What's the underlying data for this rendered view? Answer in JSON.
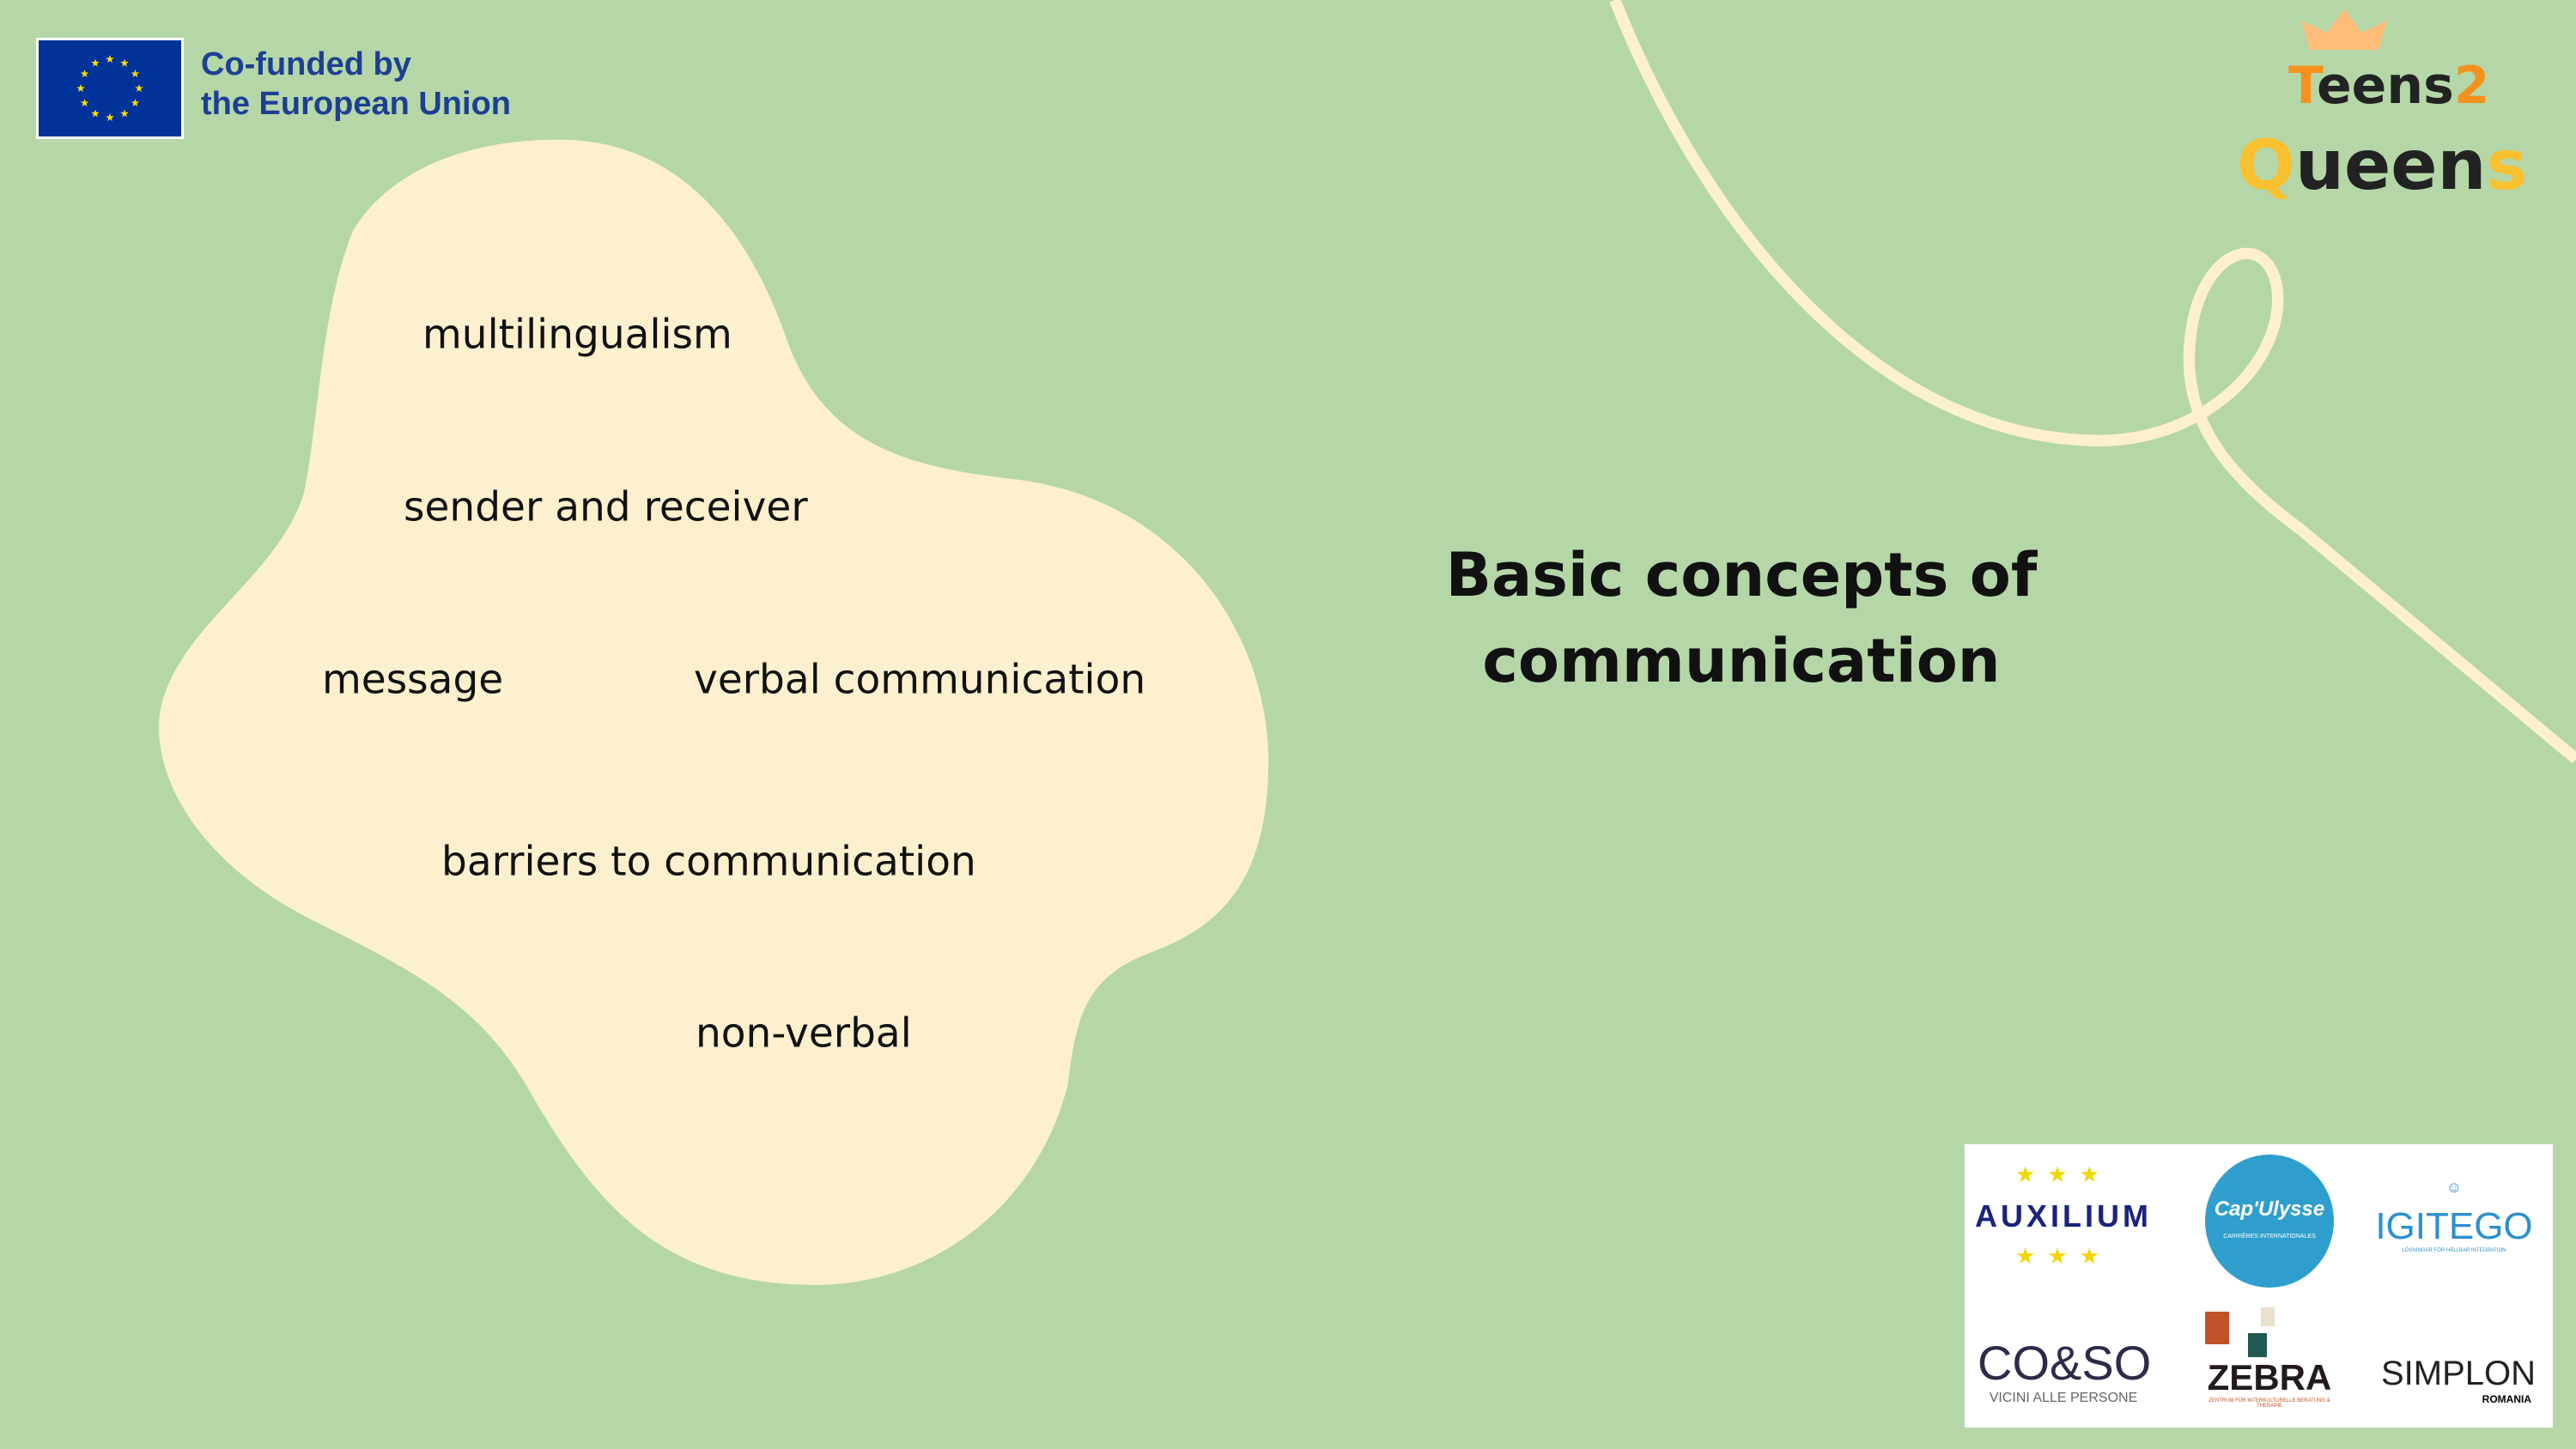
{
  "header": {
    "eu_label_line1": "Co-funded by",
    "eu_label_line2": "the European Union",
    "brand_logo": {
      "line1": "Teens2",
      "line2": "Queens"
    }
  },
  "concepts": [
    "multilingualism",
    "sender and receiver",
    "message",
    "verbal communication",
    "barriers to communication",
    "non-verbal"
  ],
  "title": {
    "line1": "Basic concepts of",
    "line2": "communication"
  },
  "partners": [
    {
      "name": "AUXILIUM"
    },
    {
      "name": "Cap'Ulysse",
      "sub": "CARRIÈRES INTERNATIONALES"
    },
    {
      "name": "IGITEGO",
      "sub": "LÖSNINGAR FÖR HÅLLBAR INTEGRATION"
    },
    {
      "name": "CO&SO",
      "sub": "VICINI ALLE PERSONE"
    },
    {
      "name": "ZEBRA",
      "sub": "ZENTRUM FÜR INTERKULTURELLE BERATUNG & THERAPIE"
    },
    {
      "name": "SIMPLON",
      "sub": "ROMANIA"
    }
  ],
  "colors": {
    "background": "#b5d7a8",
    "blob": "#fdf0cf",
    "eu_blue": "#003399",
    "eu_text": "#1d3f93"
  }
}
